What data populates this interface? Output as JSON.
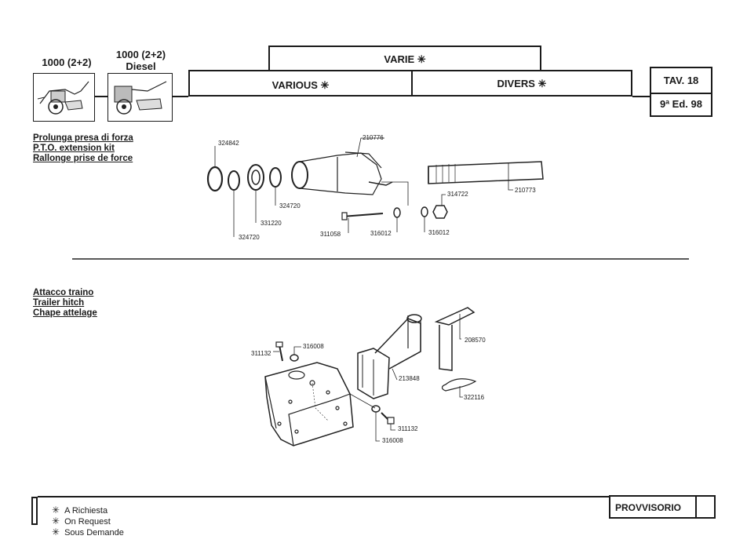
{
  "header": {
    "model_1": "1000 (2+2)",
    "model_2_line1": "1000 (2+2)",
    "model_2_line2": "Diesel",
    "varie": "VARIE ✳",
    "various": "VARIOUS ✳",
    "divers": "DIVERS ✳",
    "tav": "TAV. 18",
    "edition": "9ª Ed. 98"
  },
  "section_pto": {
    "title_it": "Prolunga presa di forza",
    "title_en": "P.T.O. extension kit",
    "title_fr": "Rallonge prise de force",
    "parts": [
      "324842",
      "210776",
      "324720",
      "331220",
      "324720",
      "311058",
      "316012",
      "316012",
      "314722",
      "210773"
    ]
  },
  "section_hitch": {
    "title_it": "Attacco traino",
    "title_en": "Trailer hitch",
    "title_fr": "Chape attelage",
    "parts": [
      "311132",
      "316008",
      "213848",
      "208570",
      "322116",
      "311132",
      "316008"
    ]
  },
  "legend": {
    "star": "✳",
    "it": "A Richiesta",
    "en": "On Request",
    "fr": "Sous Demande"
  },
  "footer": {
    "status": "PROVVISORIO"
  }
}
